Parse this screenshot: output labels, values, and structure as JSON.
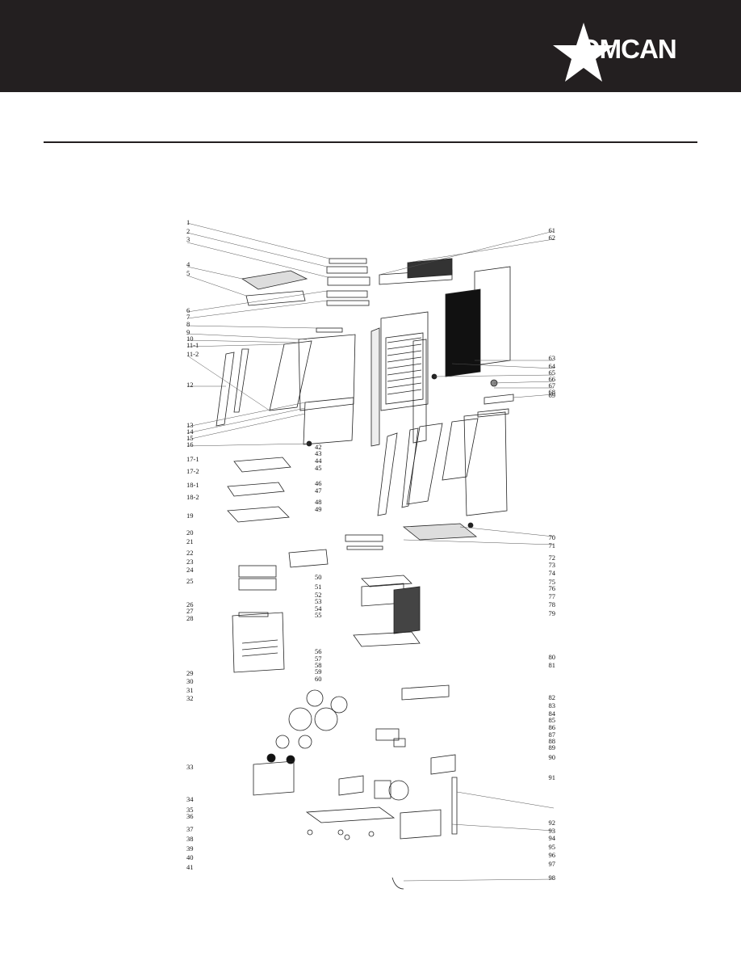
{
  "brand": {
    "name": "OMCAN"
  },
  "diagram": {
    "left_labels": [
      "1",
      "2",
      "3",
      "4",
      "5",
      "6",
      "7",
      "8",
      "9",
      "10",
      "11-1",
      "11-2",
      "12",
      "13",
      "14",
      "15",
      "16",
      "17-1",
      "17-2",
      "18-1",
      "18-2",
      "19",
      "20",
      "21",
      "22",
      "23",
      "24",
      "25",
      "26",
      "27",
      "28",
      "29",
      "30",
      "31",
      "32",
      "33",
      "34",
      "35",
      "36",
      "37",
      "38",
      "39",
      "40",
      "41"
    ],
    "middle_labels": [
      "42",
      "43",
      "44",
      "45",
      "46",
      "47",
      "48",
      "49",
      "50",
      "51",
      "52",
      "53",
      "54",
      "55",
      "56",
      "57",
      "58",
      "59",
      "60"
    ],
    "right_labels": [
      "61",
      "62",
      "63",
      "64",
      "65",
      "66",
      "67",
      "68",
      "69",
      "70",
      "71",
      "72",
      "73",
      "74",
      "75",
      "76",
      "77",
      "78",
      "79",
      "80",
      "81",
      "82",
      "83",
      "84",
      "85",
      "86",
      "87",
      "88",
      "89",
      "90",
      "91",
      "92",
      "93",
      "94",
      "95",
      "96",
      "97",
      "98"
    ]
  }
}
